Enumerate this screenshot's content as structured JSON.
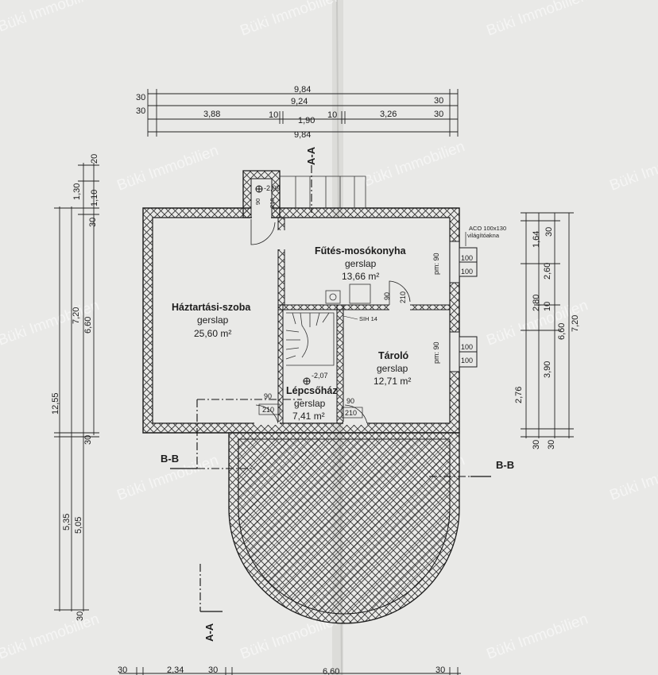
{
  "watermark": "Büki Immobilien",
  "dimensions_top": {
    "total_outer": "9,84",
    "total_inner": "9,24",
    "total_bottom": "9,84",
    "wall_left": "30",
    "wall_right": "30",
    "seg_left": "3,88",
    "seg_mid_wall": "10",
    "seg_mid": "1,90",
    "seg_right": "3,26"
  },
  "dimensions_left": {
    "d_20": "20",
    "d_110": "1,10",
    "d_130": "1,30",
    "d_30a": "30",
    "d_720": "7,20",
    "d_660": "6,60",
    "d_1255": "12,55",
    "d_30b": "30",
    "d_535": "5,35",
    "d_505": "5,05",
    "d_30c": "30"
  },
  "dimensions_right": {
    "d_164": "1,64",
    "d_30a": "30",
    "d_260": "2,60",
    "d_280": "2,80",
    "d_10": "10",
    "d_390": "3,90",
    "d_276": "2,76",
    "d_660": "6,60",
    "d_720": "7,20",
    "d_30b": "30",
    "d_30c": "30"
  },
  "dimensions_bottom": {
    "d_30a": "30",
    "d_234": "2,34",
    "d_30b": "30",
    "d_660": "6,60",
    "d_30c": "30"
  },
  "rooms": {
    "haztartasi": {
      "name": "Háztartási-szoba",
      "floor": "gerslap",
      "area": "25,60 m²"
    },
    "futes": {
      "name": "Fűtés-mosókonyha",
      "floor": "gerslap",
      "area": "13,66 m²"
    },
    "tarolo": {
      "name": "Tároló",
      "floor": "gerslap",
      "area": "12,71 m²"
    },
    "lepcsohaz": {
      "name": "Lépcsőház",
      "floor": "gerslap",
      "area": "7,41 m²"
    }
  },
  "levels": {
    "entrance": "-2,09",
    "stair": "-2,07"
  },
  "labels": {
    "aco": "ACO 100x130",
    "vilagitoakna": "világítóakna",
    "sih": "SIH 14",
    "pm90": "pm: 90",
    "door_90": "90",
    "door_210": "210",
    "window_100": "100",
    "section_aa": "A-A",
    "section_bb": "B-B"
  }
}
